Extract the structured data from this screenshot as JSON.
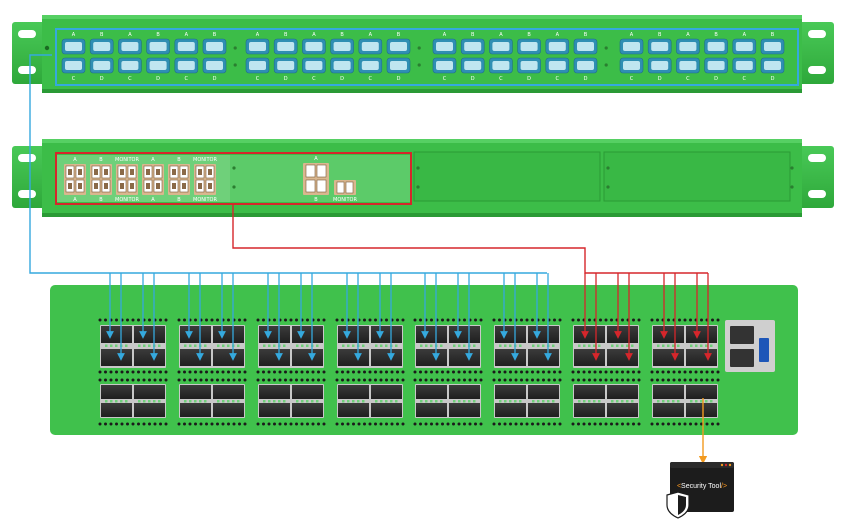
{
  "colors": {
    "rack_green": "#3dbd4a",
    "rack_dark": "#2a9a35",
    "switch_green": "#40c14c",
    "fiber_blue": "#35a9de",
    "copper_red": "#d6262b",
    "tool_orange": "#f39a1e",
    "port_module": "#2f8fb3",
    "lc_port": "#bfe6f0",
    "copper_tan": "#d9b78f",
    "tool_dark": "#1c1c1c"
  },
  "fiber_panel": {
    "top_labels": [
      "A",
      "B",
      "A",
      "B",
      "A",
      "B"
    ],
    "bottom_labels": [
      "C",
      "D",
      "C",
      "D",
      "C",
      "D"
    ]
  },
  "copper_panel": {
    "top_labels": [
      "A",
      "B",
      "MONITOR",
      "A",
      "B",
      "MONITOR"
    ],
    "bottom_labels": [
      "A",
      "B",
      "MONITOR",
      "A",
      "B",
      "MONITOR"
    ],
    "single_top_label": "A",
    "single_bottom_label": "B",
    "monitor_label": "MONITOR"
  },
  "tool": {
    "title_open": "<",
    "title_text": "Security Tool",
    "title_close": "/>",
    "icon": "shield-icon"
  }
}
